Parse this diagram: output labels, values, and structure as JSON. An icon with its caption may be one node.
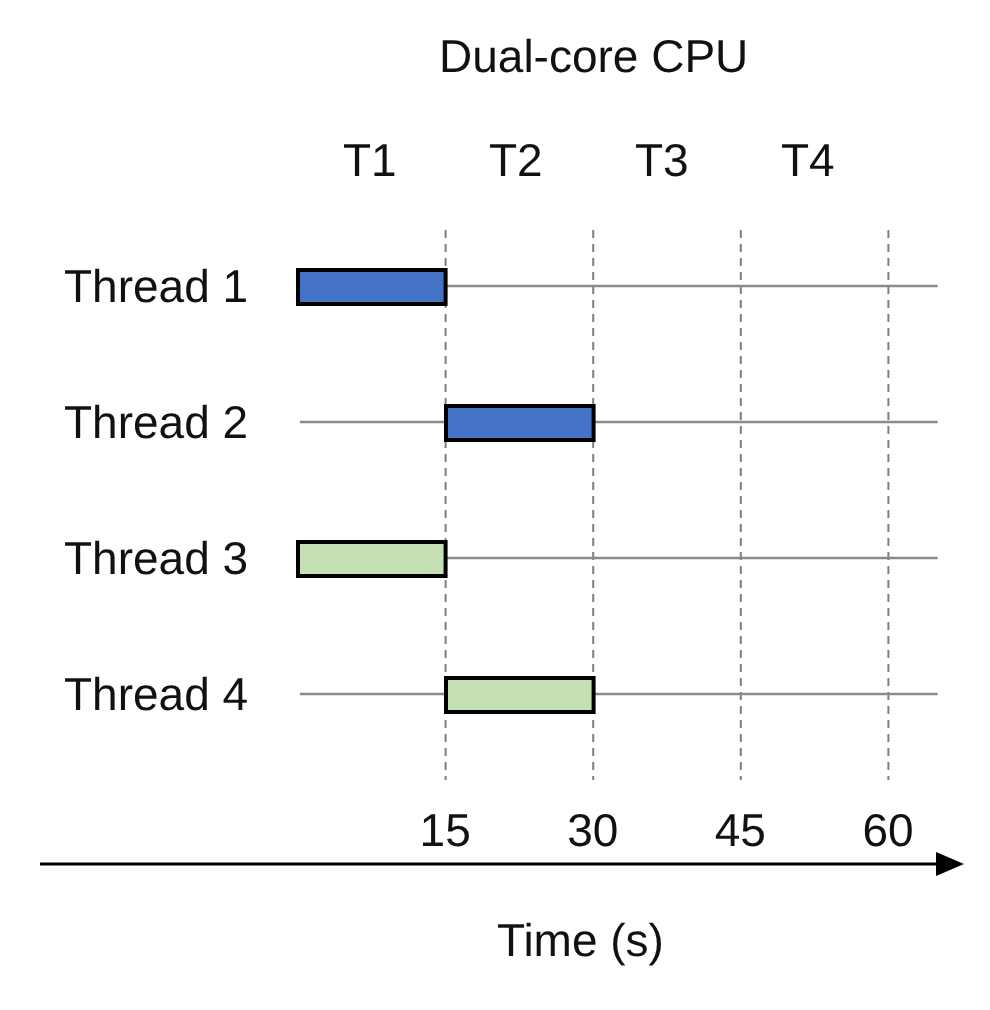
{
  "diagram": {
    "title": "Dual-core CPU",
    "nodes": [
      {
        "text": [],
        "shape": "bar"
      },
      {
        "text": [],
        "shape": "bar"
      },
      {
        "text": [],
        "shape": "bar"
      },
      {
        "text": [],
        "shape": "bar"
      }
    ],
    "labels": [
      "T1",
      "T2",
      "T3",
      "T4",
      "Thread 1",
      "Thread 2",
      "Thread 3",
      "Thread 4",
      "15",
      "30",
      "45",
      "60",
      "Time (s)"
    ]
  }
}
